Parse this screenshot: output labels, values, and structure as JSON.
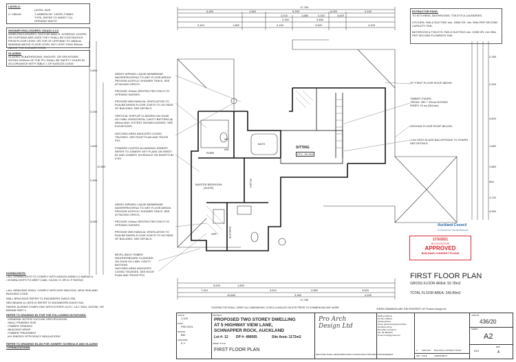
{
  "dims": {
    "overall": "17,750",
    "top_row1": [
      "5,300",
      "1,900",
      "5,200",
      "6,000",
      "4,100"
    ],
    "top_row2": [
      "2,010",
      "1,680",
      "2,310",
      "3,620"
    ],
    "top_row3": [
      "2,160",
      "3,600"
    ],
    "top_row4": [
      "3,410",
      "1,800",
      "3,100",
      "3,520",
      "4,100"
    ],
    "bottom_row1": [
      "5,520",
      "1,800"
    ],
    "bottom_row2": [
      "7,310",
      "3,510",
      "2,850",
      "3,620"
    ],
    "bottom_row3": [
      "10,600",
      "3,360",
      "4,100"
    ],
    "bottom_overall": "17,750",
    "left_side": [
      "2,800",
      "3,150",
      "1,600",
      "2,900",
      "3,050",
      "12,650"
    ],
    "right_side": [
      "2,185",
      "2,200",
      "4,600",
      "1,860",
      "1,860",
      "650",
      "4,700",
      "4,900"
    ]
  },
  "lintels": {
    "title": "LINTELS:",
    "line1": "LINTEL SIZE",
    "line2": "\"LUMBERLOK\" LINTEL F30MG",
    "line3": "TYPE, REFER TO SHEET C11.",
    "line4": "OPENING WIDTH",
    "tag": "2 / 180x45"
  },
  "shower": {
    "title": "SHOWER ENCLOSURES: E3/AS1 3.3.3",
    "text": "WHEN ENCLOSURES, SUCH AS WALLS, SCREENS, DOORS OR CURTAINS ARE USED THEY SHALL BE CONTINUOUS FROM FLOOR LEVEL OR TOP OF UPSTAND TO 1800mm MINIMUM ABOVE FLOOR LEVEL NOT LESS THAN 300mm ABOVE THE SHOWER ROSE."
  },
  "glazing": {
    "title": "GLAZING:",
    "text": "GLAZING IN BATHROOMS, ENSUITE, OR SPA ROOMS WITHIN 2000mm OF THE FFL SHALL BE SAFETY GLASS IN ACCORDANCE WITH TABLE 1 OF NZS4223.3:2016"
  },
  "notes_left": [
    "ARDEX WPM001 LIQUID MEMBRANE WATERPROOFING TO WET FLOOR AREAS. PROVIDE ACRYLIC SHOWER TRAYS. SEE ATTACHED SPECS.\n\nPROVIDE 100mm RESTRICTER STAYS TO OPENING SASHES.\n\nPROVIDE MECHANICAL VENTILATION TO RUN BETWEEN FLOOR JOISTS TO OUTSIDE OF BUILDING, SEE DETAILS.",
    "VERTICAL SHIPLAP CLADDING ON 20x45 H3.1 MIN. HORIZONTAL CAVITY BATTENS @ 480crs MAX. EXTENT SHOWN DASHED. SEE ELEVATIONS.",
    "HATCHED AREA INDICATES COVED TRUSSES. SEE ROOF PLAN AND TRUSS PS1.",
    "POWDER COATED ALUMINIUM JOINERY. REFER TO JOINERY KEY PLANS ON SHEET B1 AND JOINERY SCHEDULE ON SHEETS B2 & B3",
    "ARDEX WPM001 LIQUID MEMBRANE WATERPROOFING TO WET FLOOR AREAS. PROVIDE ACRYLIC SHOWER TRAYS. SEE ATTACHED SPECS.\n\nPROVIDE 100mm RESTRICTER STAYS TO OPENING SASHES.\n\nPROVIDE MECHANICAL VENTILATION TO RUN BETWEEN FLOOR JOISTS TO OUTSIDE OF BUILDING, SEE DETAILS.",
    "BEVEL BACK TIMBER WEATHERBOARD CLADDING ON 20x45 H3.1 MIN. CAVITY BATTENS.",
    "HATCHED AREA INDICATES COVED TRUSSES. SEE ROOF PLAN AND TRUSS PS1."
  ],
  "notes_right": [
    "20° FIRST FLOOR ROOF ABOVE.",
    "TIMBER STAIRS:\nTREAD: 250 + 25mm NOSING\nRISER: 10 eq (181mm)",
    "GROUND FLOOR ROOF BELOW.",
    "1.0m HIGH GLASS BALUSTRADE TO STAIRS. SEE DETAILS."
  ],
  "extractor": {
    "title": "EXTRACTOR FANS:",
    "line1": "TO KITCHENS, BATHROOMS, TOILETS & LAUNDRIES.",
    "kitchen": "KITCHEN: FAN & DUCTING min. 150Ø OR, min. 50l/s PER SECOND CAPACITY FAN.",
    "bathroom": "BATHROOM & TOILETS: FAN & DUCTING min. 120Ø OR, min 25l/s PER SECOND FLOWRATE FAN."
  },
  "council": {
    "name": "Auckland Council",
    "subtitle": "Te Kaunihera o Tāmaki Makaurau",
    "date": "17/3/2021",
    "ref": "BCO10322929",
    "approved": "APPROVED",
    "plans": "BUILDING CONSENT PLANS"
  },
  "plan": {
    "title": "FIRST FLOOR PLAN",
    "gfa": "GROSS FLOOR AREA: 92.78m2",
    "tfa": "TOTAL FLOOR AREA: 249.89m2"
  },
  "rooms": [
    {
      "label": "WC"
    },
    {
      "label": "BATH"
    },
    {
      "label": "ROBE"
    },
    {
      "label": "SITTING"
    },
    {
      "label": "F.F.L. 91.210"
    },
    {
      "label": "MASTER BEDROOM\n(SUITE)"
    },
    {
      "label": "STUDY"
    },
    {
      "label": "ENSUITE"
    },
    {
      "label": "WIR"
    },
    {
      "label": "WD"
    }
  ],
  "bottom_left_notes": {
    "downlights_title": "DOWNLIGHTS:",
    "downlights": "• ALL DOWNLIGHTS TO COMPLY WITH AS/NZS 60598.2.2 AMEND A\n• DOWNLIGHTS TO MEET CA80, CA135, IC OR IC-F RATING",
    "windows": "• ALL WINDOWS SHALL COMPLY WITH NZS 3604:2011, NEW ZEALAND BUILDING CODE.",
    "bracing": "WALL BRACINGS REFER TO ENGINEERS DWGS S05.",
    "beams": "SED BEAMS & LINTELS REFER TO ENGINEERS DWGS S04.",
    "smoke": "SMOKE ALARMS COMPLYING WITH EITHER UL217, ULC S531, AS3786, OR BS5446 PART 1.",
    "refer_title": "REFER TO DRAWING B1 FOR THE FOLLOWING NOTATIONS:",
    "refer_items": "•GENERAL NOTES/ OUTLINE SPECIFICATION\n•WALL FRAMING SIZE\n•TIMBER GRADING\n•BUILDING WRAP\n•TIMBER TREATMENT\n•H1 ENERGY EFFICIENCY INSULATIONS",
    "refer_b2": "REFER TO DRAWING B1-B3 FOR JOINERY SCHEDULE AND GLAZING TYPE/NOTATIONS"
  },
  "titleblock": {
    "scale_label": "SCALE",
    "scale": "1:100",
    "date_label": "DATE",
    "date": "FEB 2021",
    "drawn_label": "DRAWN",
    "drawn": "BM",
    "checked_label": "CHECKED",
    "checked": "K.Y",
    "sheet_label": "SHEET TITLE",
    "sheet_title": "FIRST FLOOR PLAN",
    "notice": "CONTRACTOR SHALL VERIFY ALL DIMENSIONS, LEVELS & ANGLES ON SITE PRIOR TO COMMENCING ANY WORK",
    "project_label": "PROJECT",
    "project": "PROPOSED TWO STOREY DWELLING\nAT 5 HIGHWAY VIEW LANE,\nSCHNAPPER ROCK, AUCKLAND",
    "lot": "Lot #: 12",
    "dp": "DP #: 496065",
    "site_area": "Site Area: 1172m2",
    "company": "Pro Arch\nDesign Ltd",
    "company_sub": "ARCHITECTURAL DESIGN/BUILDING CONSULTANCY/PROJECT MANAGEMENT",
    "address": "Mailing address\nPO Box 300012\nTitirangi Plaza\nStreet address/registered office\n40 Albany Drive\nRosedale, Auckland\nPH: 09 4804470\nProarch.info@gmail.com",
    "copyright": "THESE DRAWINGS ARE THE PROPERTY OF Proarch Design Ltd",
    "rev_headers": [
      "REV",
      "DATE",
      "AMENDMENT"
    ],
    "rev_row": [
      "A",
      "FEB 2021",
      "BUILDING CONSENT ISSUE"
    ],
    "job_no_label": "JOB NO.",
    "job_no": "436/20",
    "sheet_no_label": "SHEET",
    "sheet_no": "A2",
    "rev_label": "REV",
    "rev": "A",
    "sheet_small": "A10"
  }
}
